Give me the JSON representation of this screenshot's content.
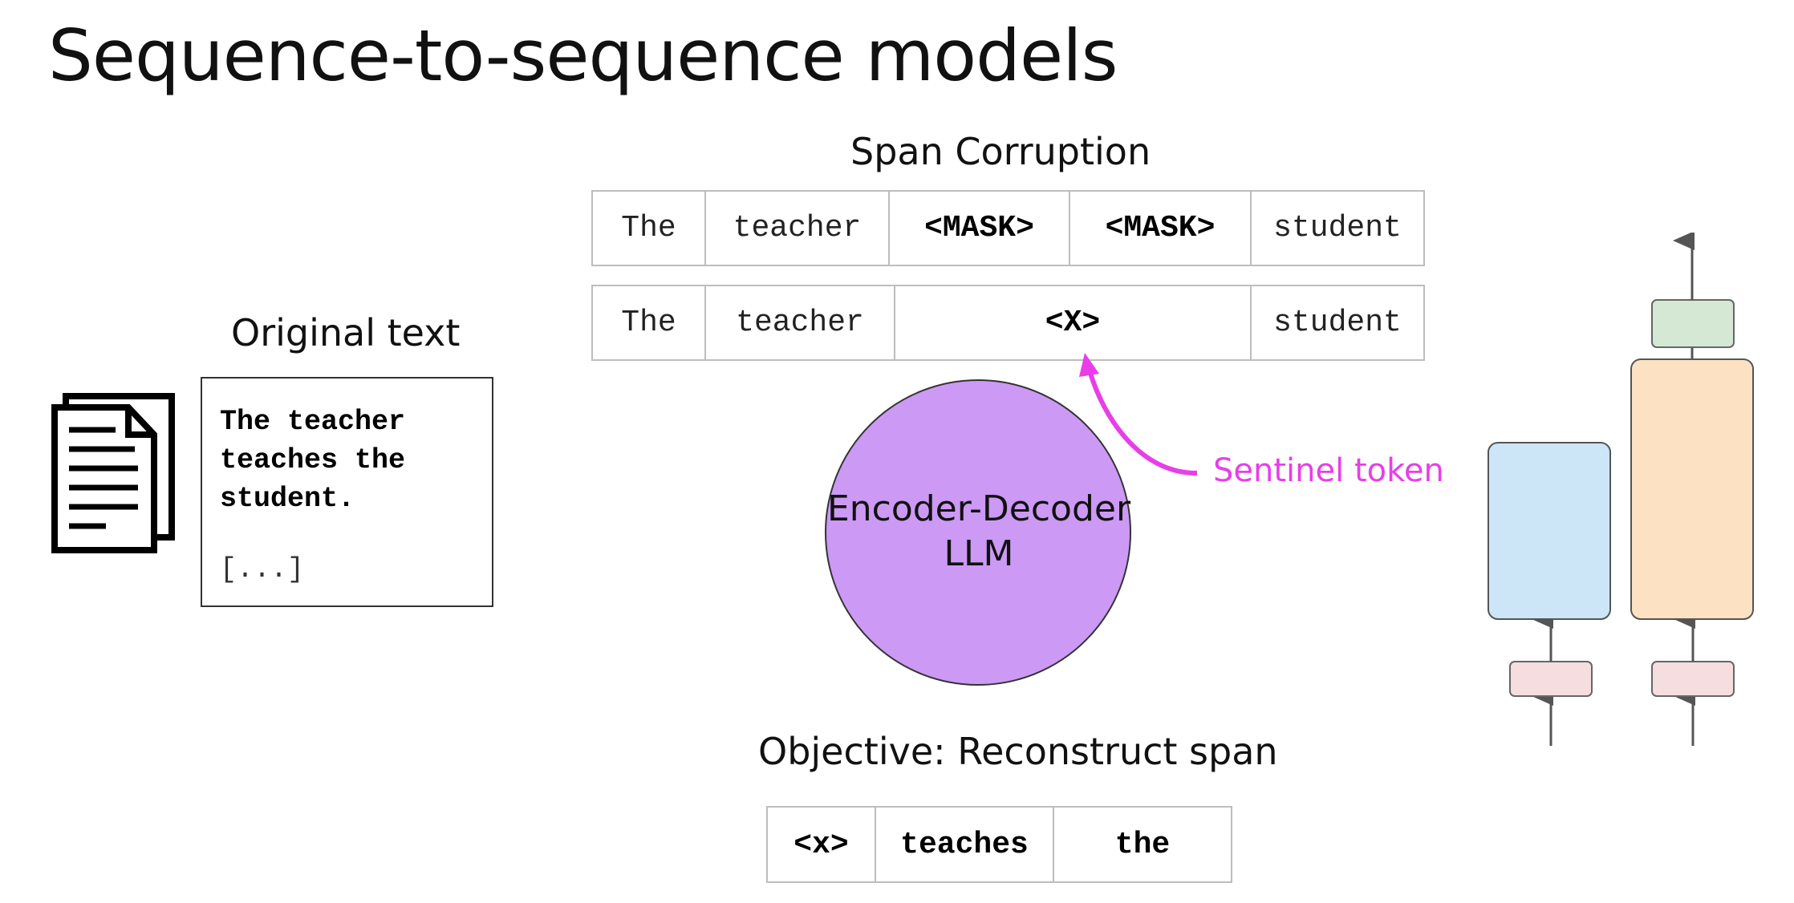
{
  "slide": {
    "title": "Sequence-to-sequence models"
  },
  "span_corruption": {
    "heading": "Span Corruption",
    "masked_row": [
      "The",
      "teacher",
      "<MASK>",
      "<MASK>",
      "student"
    ],
    "sentinel_row": [
      "The",
      "teacher",
      "<X>",
      "student"
    ]
  },
  "original_text": {
    "heading": "Original text",
    "body": "The teacher\nteaches the\nstudent.",
    "ellipsis": "[...]",
    "icon": "document-stack-icon"
  },
  "model": {
    "label": "Encoder-Decoder\nLLM",
    "color": "#cc99f5"
  },
  "sentinel_label": {
    "text": "Sentinel token",
    "color": "#e83ee8"
  },
  "objective": {
    "heading": "Objective: Reconstruct span",
    "tokens": [
      "<x>",
      "teaches",
      "the"
    ]
  },
  "architecture": {
    "encoder_color": "#cce6f7",
    "decoder_color": "#fce2c2",
    "output_color": "#d4e8d4",
    "embedding_color": "#f6dde0"
  }
}
